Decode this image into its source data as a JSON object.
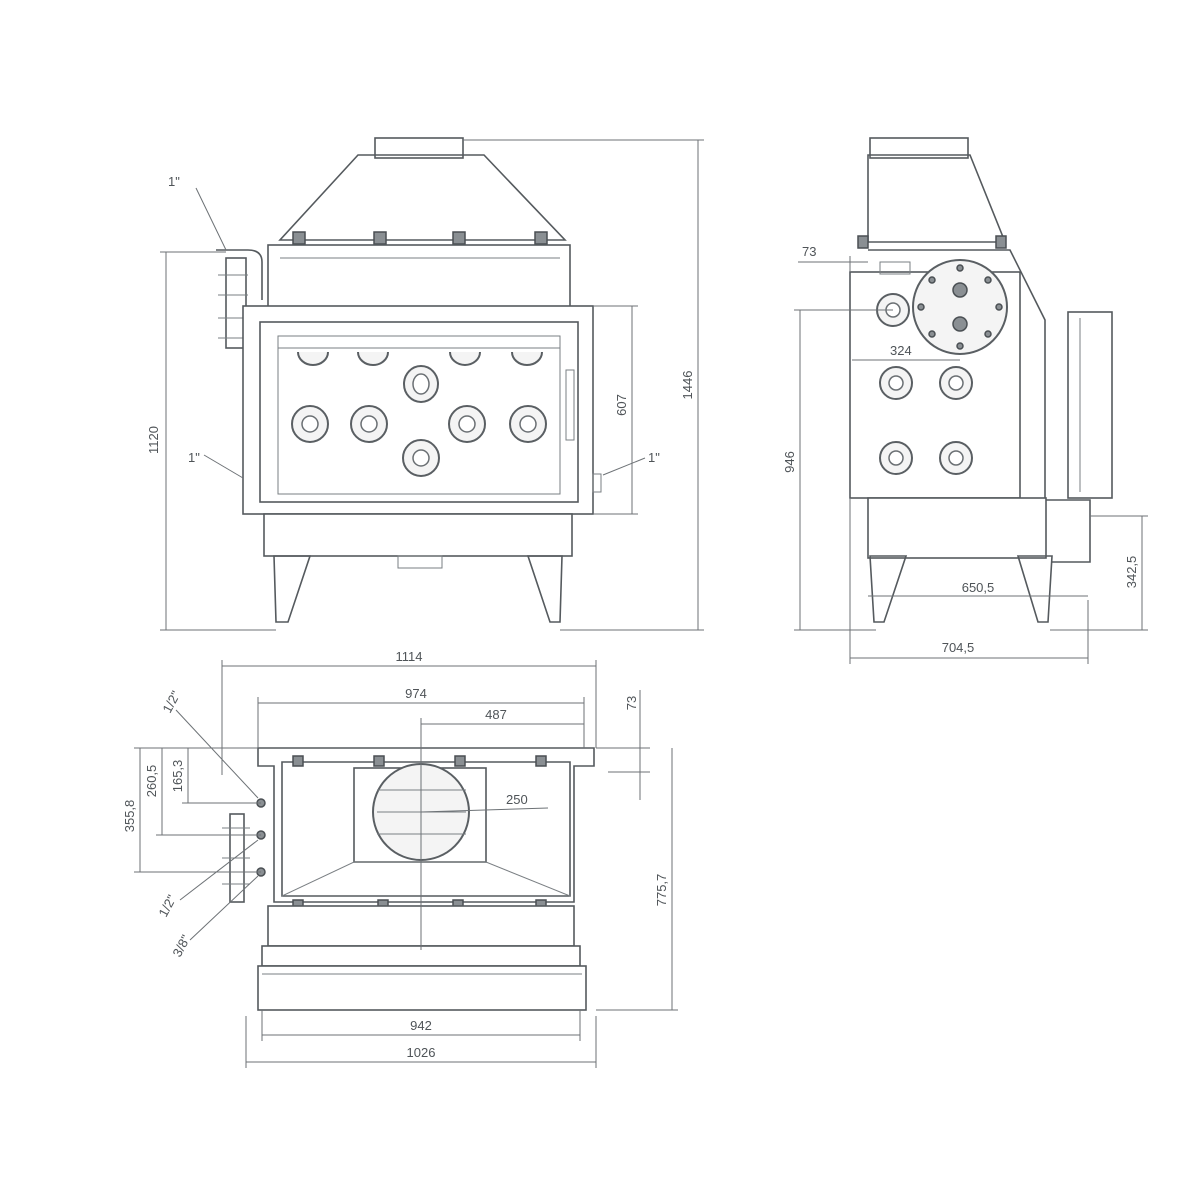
{
  "front_view": {
    "thread_top_left": "1\"",
    "thread_mid_left": "1\"",
    "thread_right": "1\"",
    "height_body": "1120",
    "height_total": "1446",
    "height_door": "607"
  },
  "side_view": {
    "dim_offset": "73",
    "dim_port_spacing": "324",
    "dim_height": "946",
    "dim_leg_height": "342,5",
    "dim_depth_inner": "650,5",
    "dim_depth_total": "704,5"
  },
  "top_view": {
    "dim_width_total": "1114",
    "dim_width_inner": "974",
    "dim_half_width": "487",
    "dim_offset": "73",
    "dim_flue_diameter": "250",
    "dim_depth": "775,7",
    "dim_front_inner": "942",
    "dim_front_total": "1026",
    "dim_conn_1": "165,3",
    "dim_conn_2": "260,5",
    "dim_conn_3": "355,8",
    "thread_1": "1/2\"",
    "thread_2": "1/2\"",
    "thread_3": "3/8\""
  },
  "colors": {
    "line": "#555a5e",
    "dimension": "#6d7276",
    "background": "#ffffff"
  }
}
